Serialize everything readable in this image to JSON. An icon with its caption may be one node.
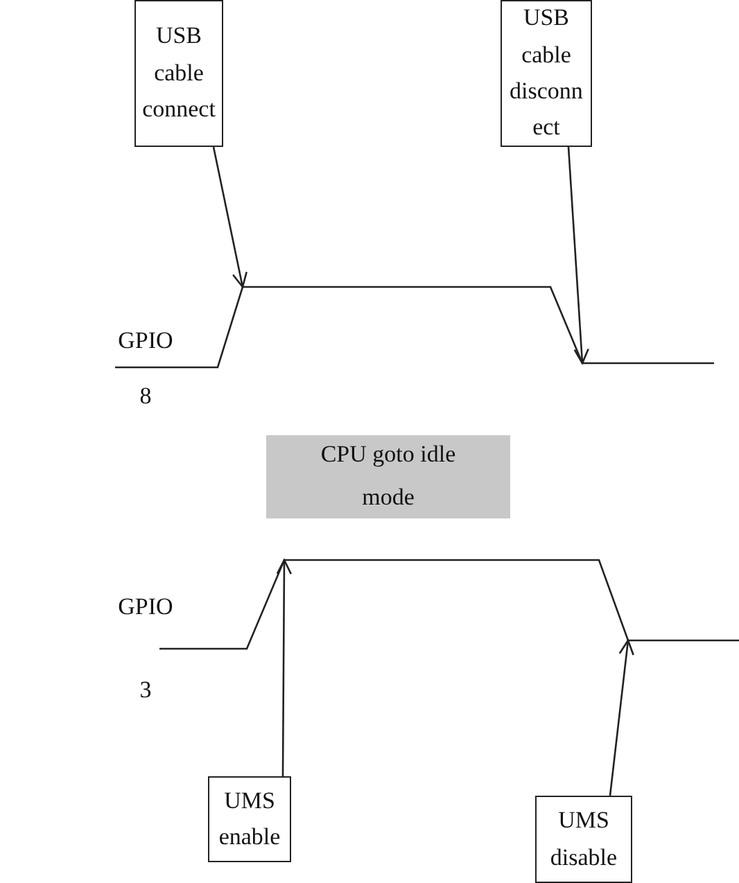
{
  "diagram": {
    "nodes": [
      {
        "text": [
          "USB cable connect"
        ]
      },
      {
        "text": [
          "USB cable disconnect"
        ]
      },
      {
        "text": [
          "CPU goto idle mode"
        ]
      },
      {
        "text": [
          "UMS enable"
        ]
      },
      {
        "text": [
          "UMS disable"
        ]
      }
    ],
    "edges": [
      {
        "from": 0,
        "to": null,
        "arrow": "to"
      },
      {
        "from": 1,
        "to": null,
        "arrow": "to"
      },
      {
        "from": 3,
        "to": null,
        "arrow": "to"
      },
      {
        "from": 4,
        "to": null,
        "arrow": "to"
      }
    ],
    "labels": [
      "GPIO 8",
      "GPIO 3"
    ]
  }
}
